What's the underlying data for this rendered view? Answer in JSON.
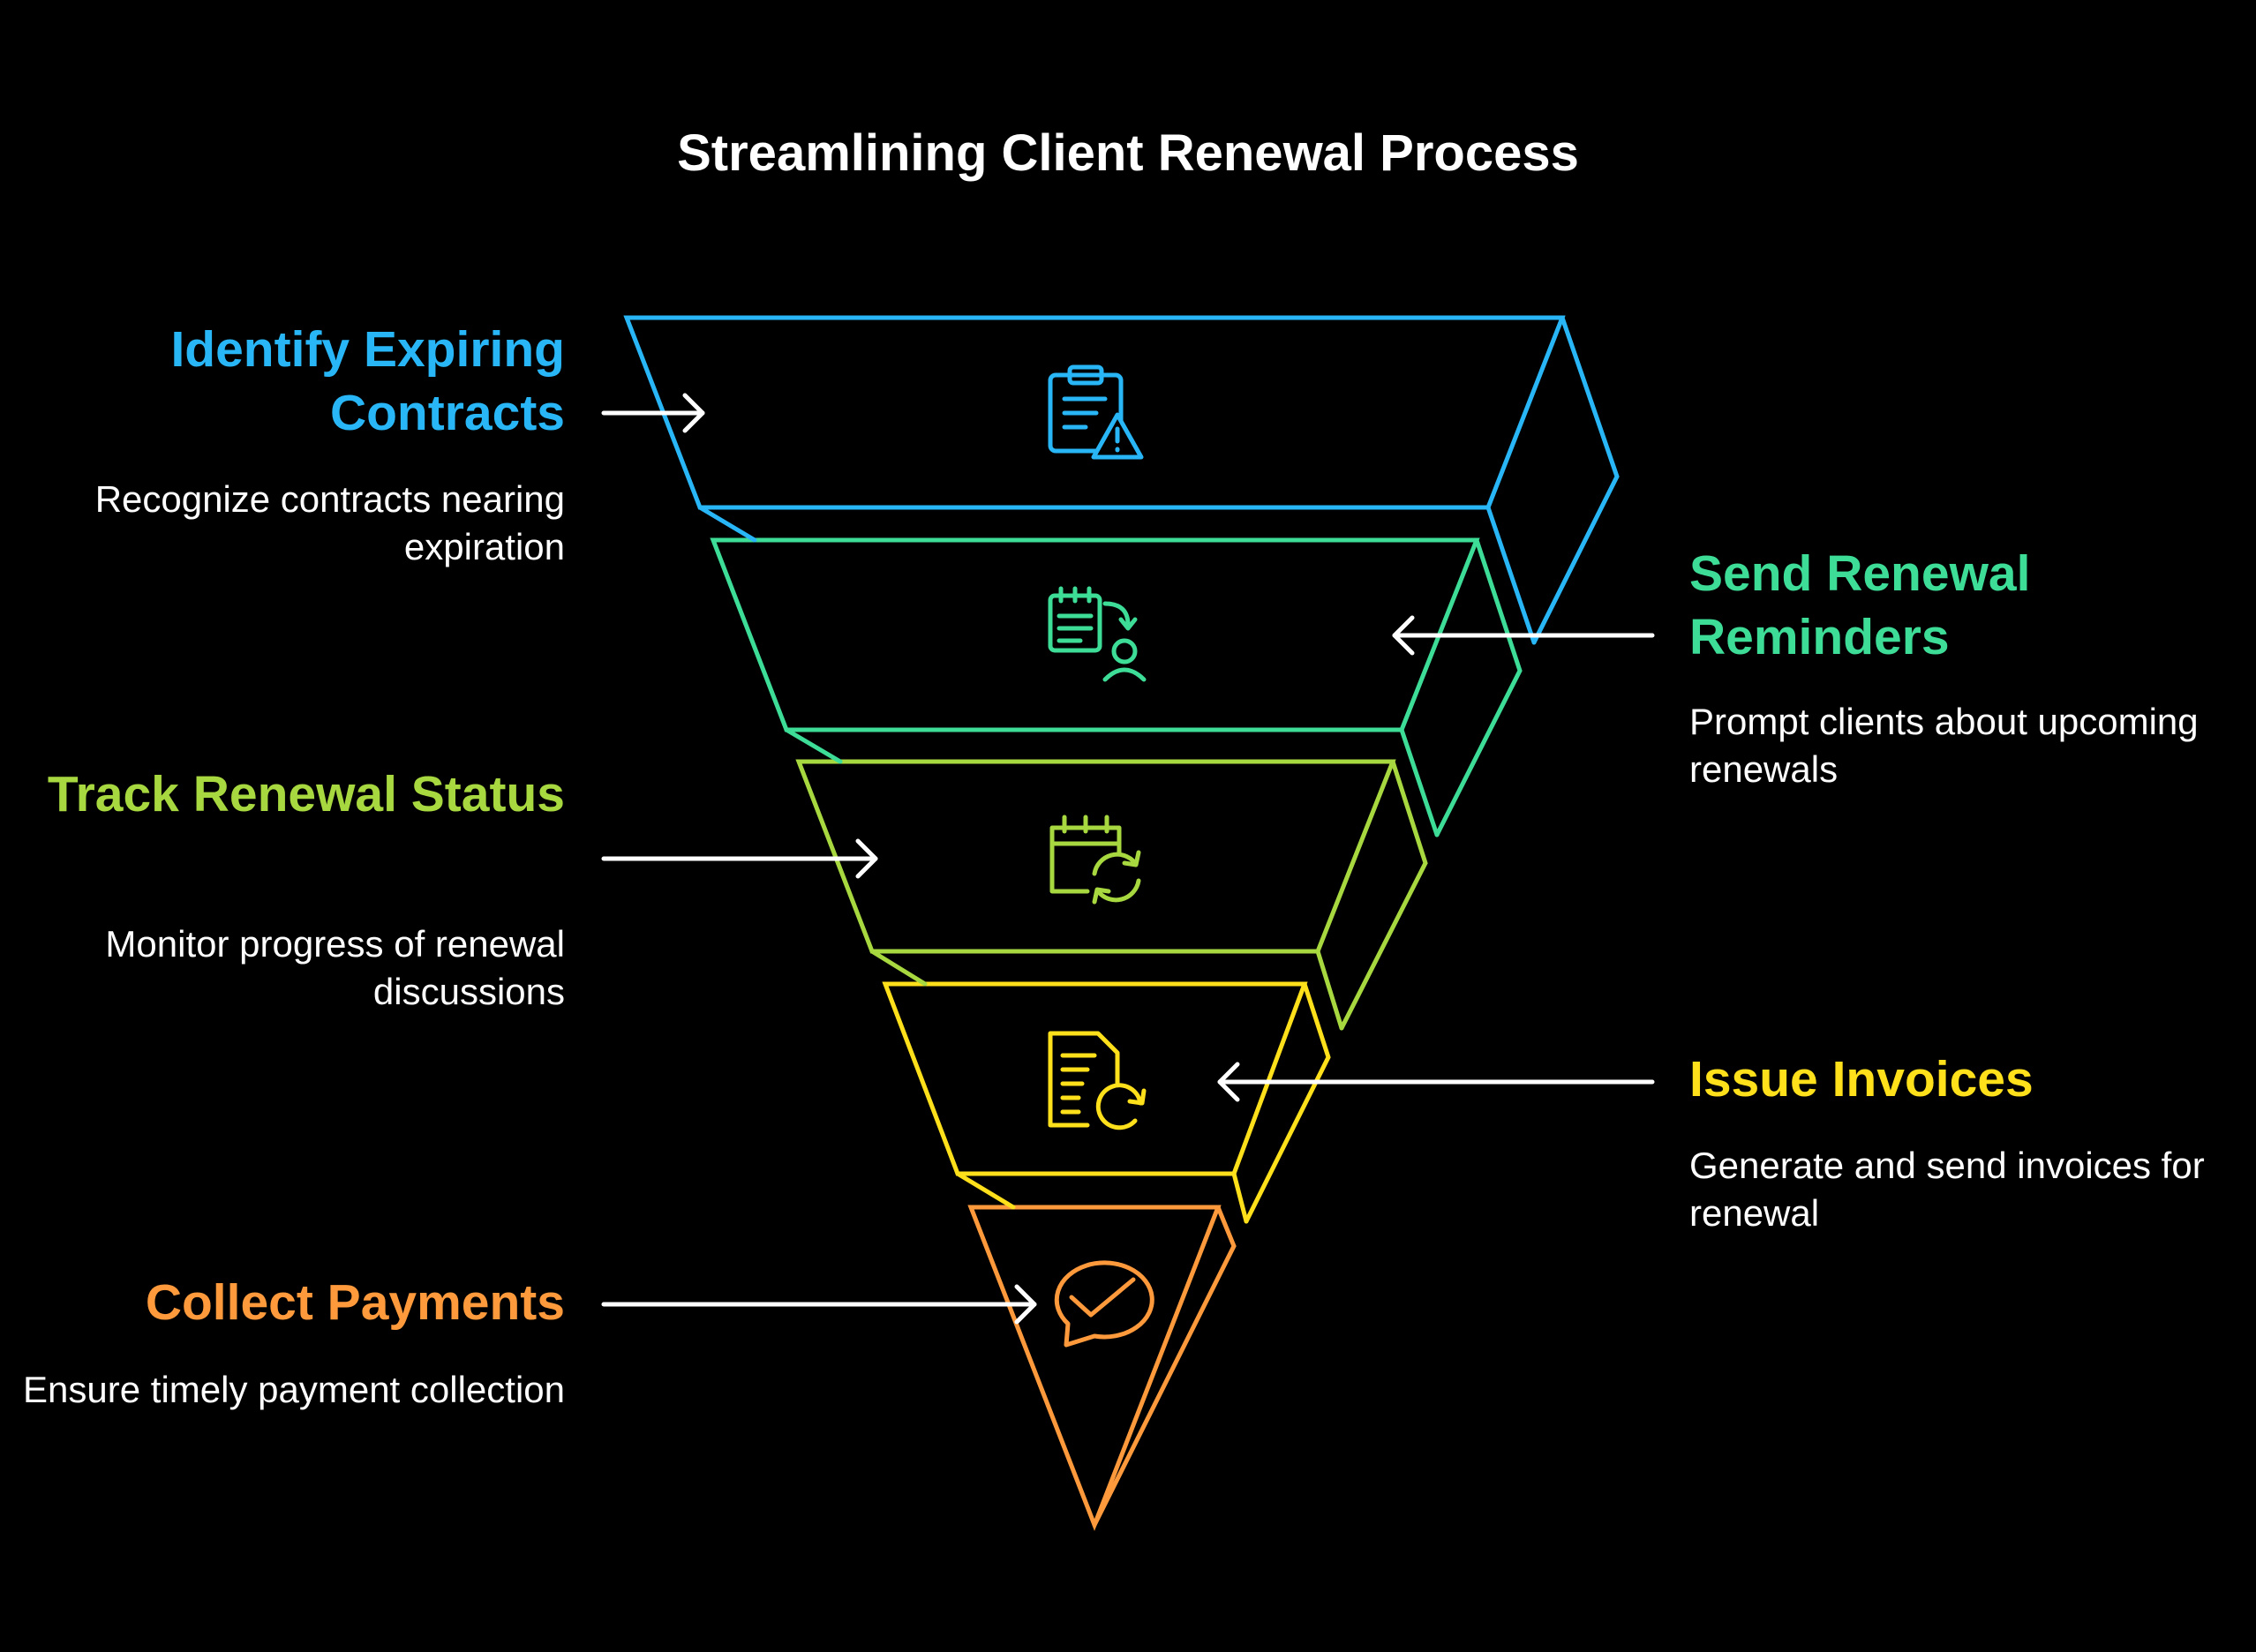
{
  "title": "Streamlining Client Renewal Process",
  "colors": {
    "background": "#000000",
    "text": "#ffffff",
    "stage1": "#29b6f6",
    "stage2": "#3ddc97",
    "stage3": "#a8d83f",
    "stage4": "#ffe01b",
    "stage5": "#ff9a3c"
  },
  "steps": [
    {
      "title": "Identify Expiring Contracts",
      "desc": "Recognize contracts nearing expiration",
      "icon": "clipboard-warning-icon"
    },
    {
      "title": "Send Renewal Reminders",
      "desc": "Prompt clients about upcoming renewals",
      "icon": "clipboard-user-icon"
    },
    {
      "title": "Track Renewal Status",
      "desc": "Monitor progress of renewal discussions",
      "icon": "calendar-refresh-icon"
    },
    {
      "title": "Issue Invoices",
      "desc": "Generate and send invoices for renewal",
      "icon": "document-refresh-icon"
    },
    {
      "title": "Collect Payments",
      "desc": "Ensure timely payment collection",
      "icon": "chat-check-icon"
    }
  ]
}
